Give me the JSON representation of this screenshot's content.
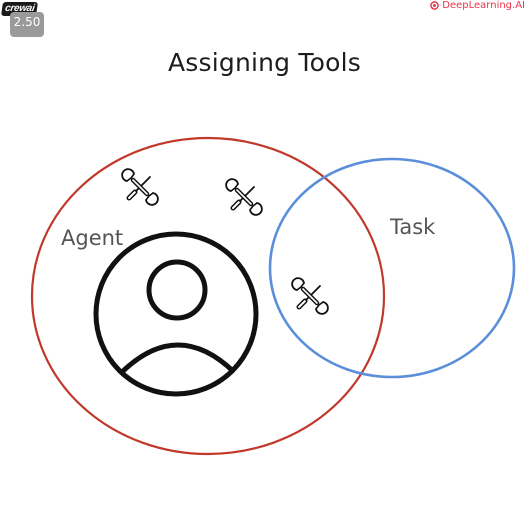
{
  "header": {
    "crew_logo_text": "crewai",
    "playback_speed": "2.50",
    "brand_text": "DeepLearning.AI"
  },
  "diagram": {
    "title": "Assigning Tools",
    "agent_label": "Agent",
    "task_label": "Task",
    "colors": {
      "agent_circle": "#c0392b",
      "task_circle": "#5b8fd9",
      "person_icon": "#111111",
      "tool_icon": "#111111",
      "brand": "#e8344e"
    },
    "icons": {
      "agent": "user-profile-icon",
      "tools": [
        "wrench-screwdriver-icon",
        "wrench-screwdriver-icon",
        "wrench-screwdriver-icon"
      ]
    }
  }
}
